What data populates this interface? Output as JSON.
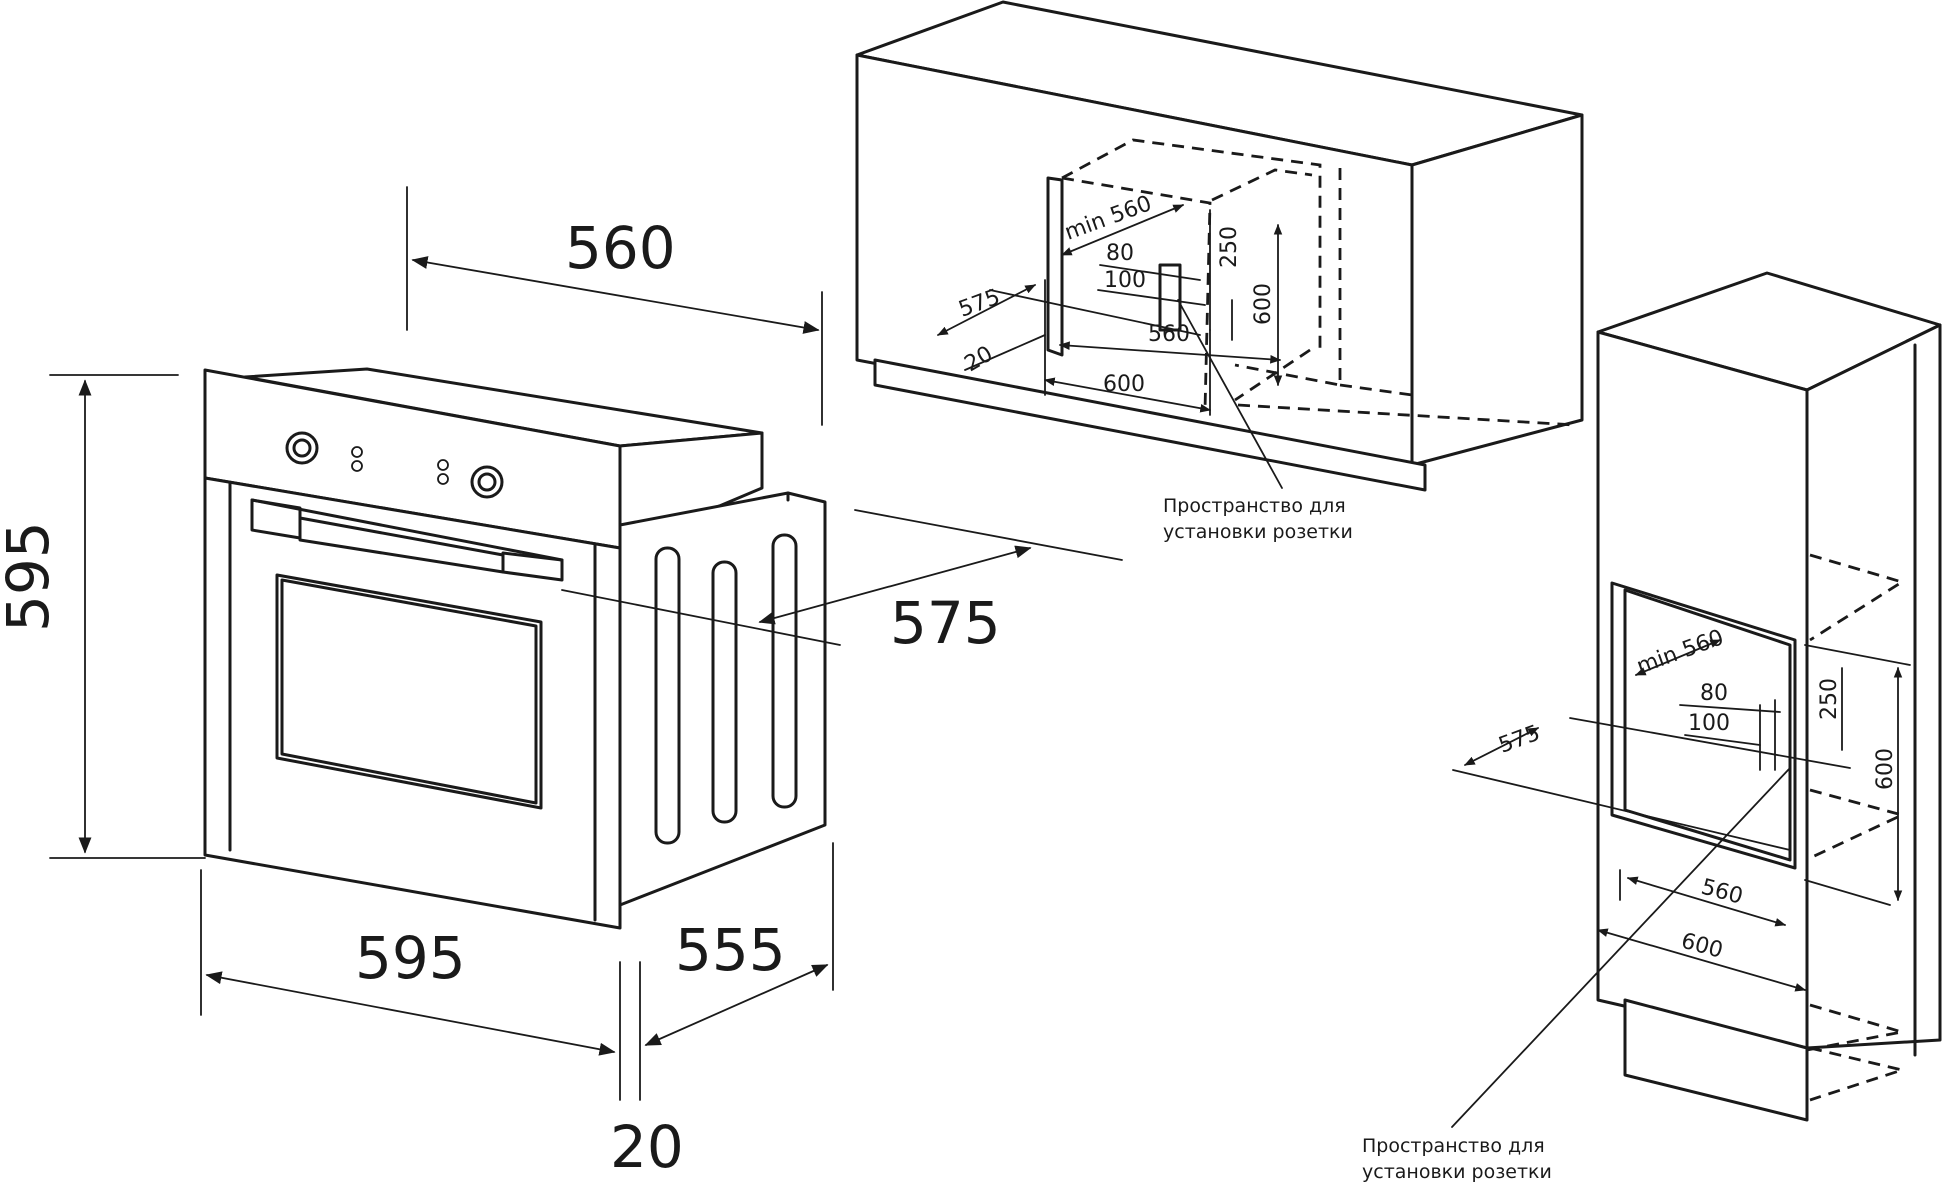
{
  "oven": {
    "height": "595",
    "width": "595",
    "depth_body": "555",
    "depth_total": "575",
    "top_width": "560",
    "front_thickness": "20"
  },
  "cabinet_under_counter": {
    "min_width": "min 560",
    "dim_80": "80",
    "dim_100": "100",
    "dim_250": "250",
    "dim_575": "575",
    "dim_560": "560",
    "dim_600_height": "600",
    "dim_20": "20",
    "dim_600_width": "600",
    "socket_note": [
      "Пространство для",
      "установки розетки"
    ]
  },
  "cabinet_column": {
    "min_width": "min 560",
    "dim_80": "80",
    "dim_100": "100",
    "dim_250": "250",
    "dim_575": "575",
    "dim_600_height": "600",
    "dim_560": "560",
    "dim_600_width": "600",
    "socket_note": [
      "Пространство для",
      "установки розетки"
    ]
  }
}
